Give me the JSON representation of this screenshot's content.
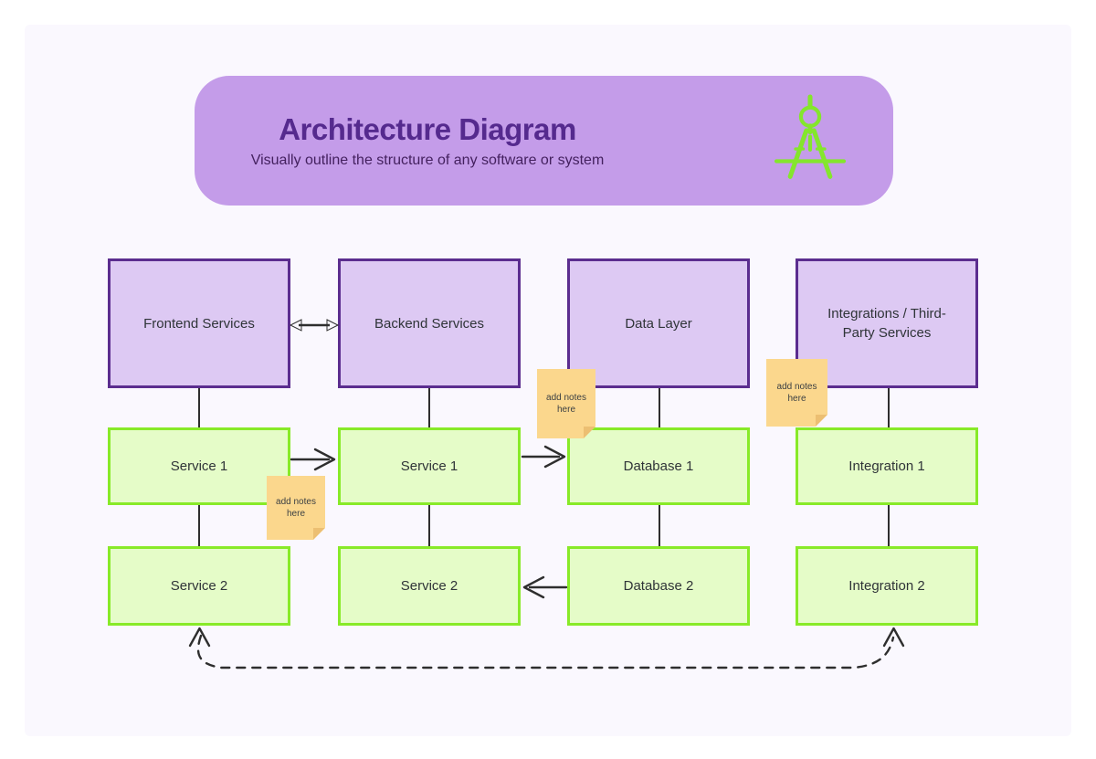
{
  "header": {
    "title": "Architecture Diagram",
    "subtitle": "Visually outline the structure of any software or system",
    "icon": "drafting-compass-icon"
  },
  "columns": [
    {
      "title": "Frontend Services",
      "items": [
        "Service 1",
        "Service 2"
      ]
    },
    {
      "title": "Backend Services",
      "items": [
        "Service 1",
        "Service 2"
      ]
    },
    {
      "title": "Data Layer",
      "items": [
        "Database 1",
        "Database 2"
      ]
    },
    {
      "title": "Integrations / Third-Party Services",
      "items": [
        "Integration 1",
        "Integration 2"
      ]
    }
  ],
  "sticky_notes": [
    {
      "text": "add notes here"
    },
    {
      "text": "add notes here"
    },
    {
      "text": "add notes here"
    }
  ],
  "connections": [
    {
      "from": "Frontend Services",
      "to": "Backend Services",
      "style": "solid-double-arrow"
    },
    {
      "from": "Frontend Services",
      "to": "Service 1 (frontend)",
      "style": "solid-line"
    },
    {
      "from": "Service 1 (frontend)",
      "to": "Service 2 (frontend)",
      "style": "solid-line"
    },
    {
      "from": "Backend Services",
      "to": "Service 1 (backend)",
      "style": "solid-line"
    },
    {
      "from": "Service 1 (backend)",
      "to": "Service 2 (backend)",
      "style": "solid-line"
    },
    {
      "from": "Data Layer",
      "to": "Database 1",
      "style": "solid-line"
    },
    {
      "from": "Database 1",
      "to": "Database 2",
      "style": "solid-line"
    },
    {
      "from": "Integrations / Third-Party Services",
      "to": "Integration 1",
      "style": "solid-line"
    },
    {
      "from": "Integration 1",
      "to": "Integration 2",
      "style": "solid-line"
    },
    {
      "from": "Service 1 (frontend)",
      "to": "Service 1 (backend)",
      "style": "solid-arrow-right"
    },
    {
      "from": "Service 1 (backend)",
      "to": "Database 1",
      "style": "solid-arrow-right"
    },
    {
      "from": "Database 2",
      "to": "Service 2 (backend)",
      "style": "solid-arrow-left"
    },
    {
      "from": "Integration 2",
      "to": "Service 2 (frontend)",
      "style": "dashed-double-arrow"
    }
  ],
  "colors": {
    "canvas_bg": "#faf8fe",
    "header_bg": "#c49ce9",
    "title_text": "#552a8e",
    "purple_box_fill": "#ddc9f3",
    "purple_box_border": "#5b2d8f",
    "green_box_fill": "#e5fcc8",
    "green_box_border": "#88ea28",
    "sticky_fill": "#fbd78d",
    "connector": "#2e2e2e",
    "compass_icon": "#84e62c"
  }
}
